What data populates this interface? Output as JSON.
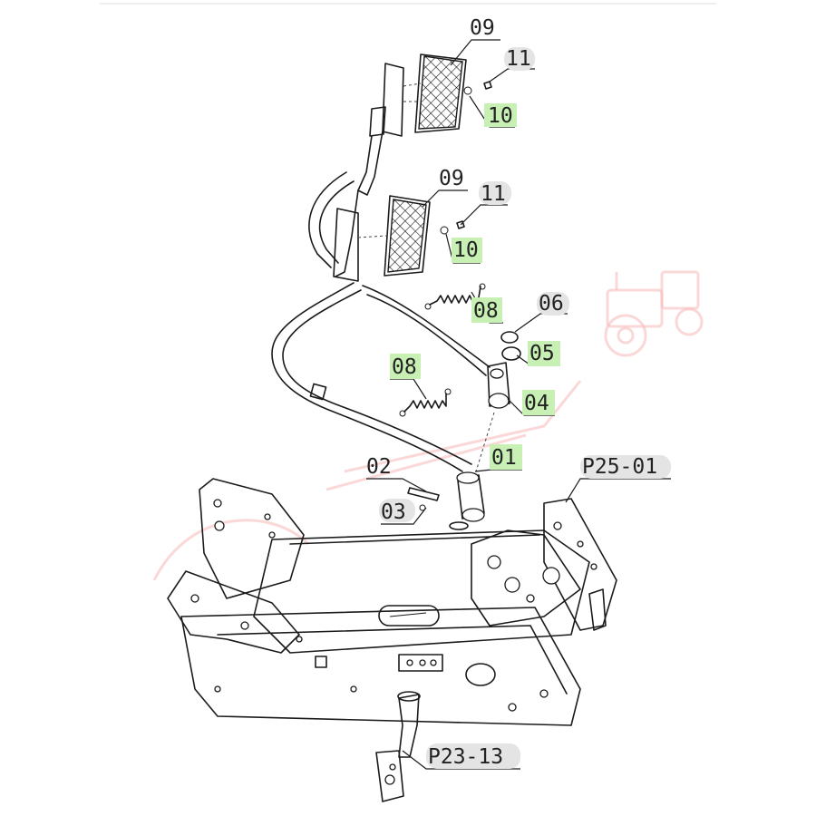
{
  "diagram": {
    "labels": [
      {
        "id": "09a",
        "text": "09",
        "highlight": "none"
      },
      {
        "id": "11a",
        "text": "11",
        "highlight": "gray"
      },
      {
        "id": "10a",
        "text": "10",
        "highlight": "green"
      },
      {
        "id": "09b",
        "text": "09",
        "highlight": "none"
      },
      {
        "id": "11b",
        "text": "11",
        "highlight": "gray"
      },
      {
        "id": "10b",
        "text": "10",
        "highlight": "green"
      },
      {
        "id": "08a",
        "text": "08",
        "highlight": "green"
      },
      {
        "id": "06",
        "text": "06",
        "highlight": "gray"
      },
      {
        "id": "05",
        "text": "05",
        "highlight": "green"
      },
      {
        "id": "08b",
        "text": "08",
        "highlight": "green"
      },
      {
        "id": "04",
        "text": "04",
        "highlight": "green"
      },
      {
        "id": "01",
        "text": "01",
        "highlight": "green"
      },
      {
        "id": "02",
        "text": "02",
        "highlight": "none"
      },
      {
        "id": "03",
        "text": "03",
        "highlight": "gray"
      },
      {
        "id": "P2501",
        "text": "P25-01",
        "highlight": "gray"
      },
      {
        "id": "P2313",
        "text": "P23-13",
        "highlight": "gray"
      }
    ],
    "colors": {
      "line": "#1b1b1b",
      "highlight_green": "#c8f0b4",
      "highlight_gray": "#e4e4e4",
      "watermark": "#f4a9a9"
    },
    "watermark_icon": "tractor-icon"
  }
}
